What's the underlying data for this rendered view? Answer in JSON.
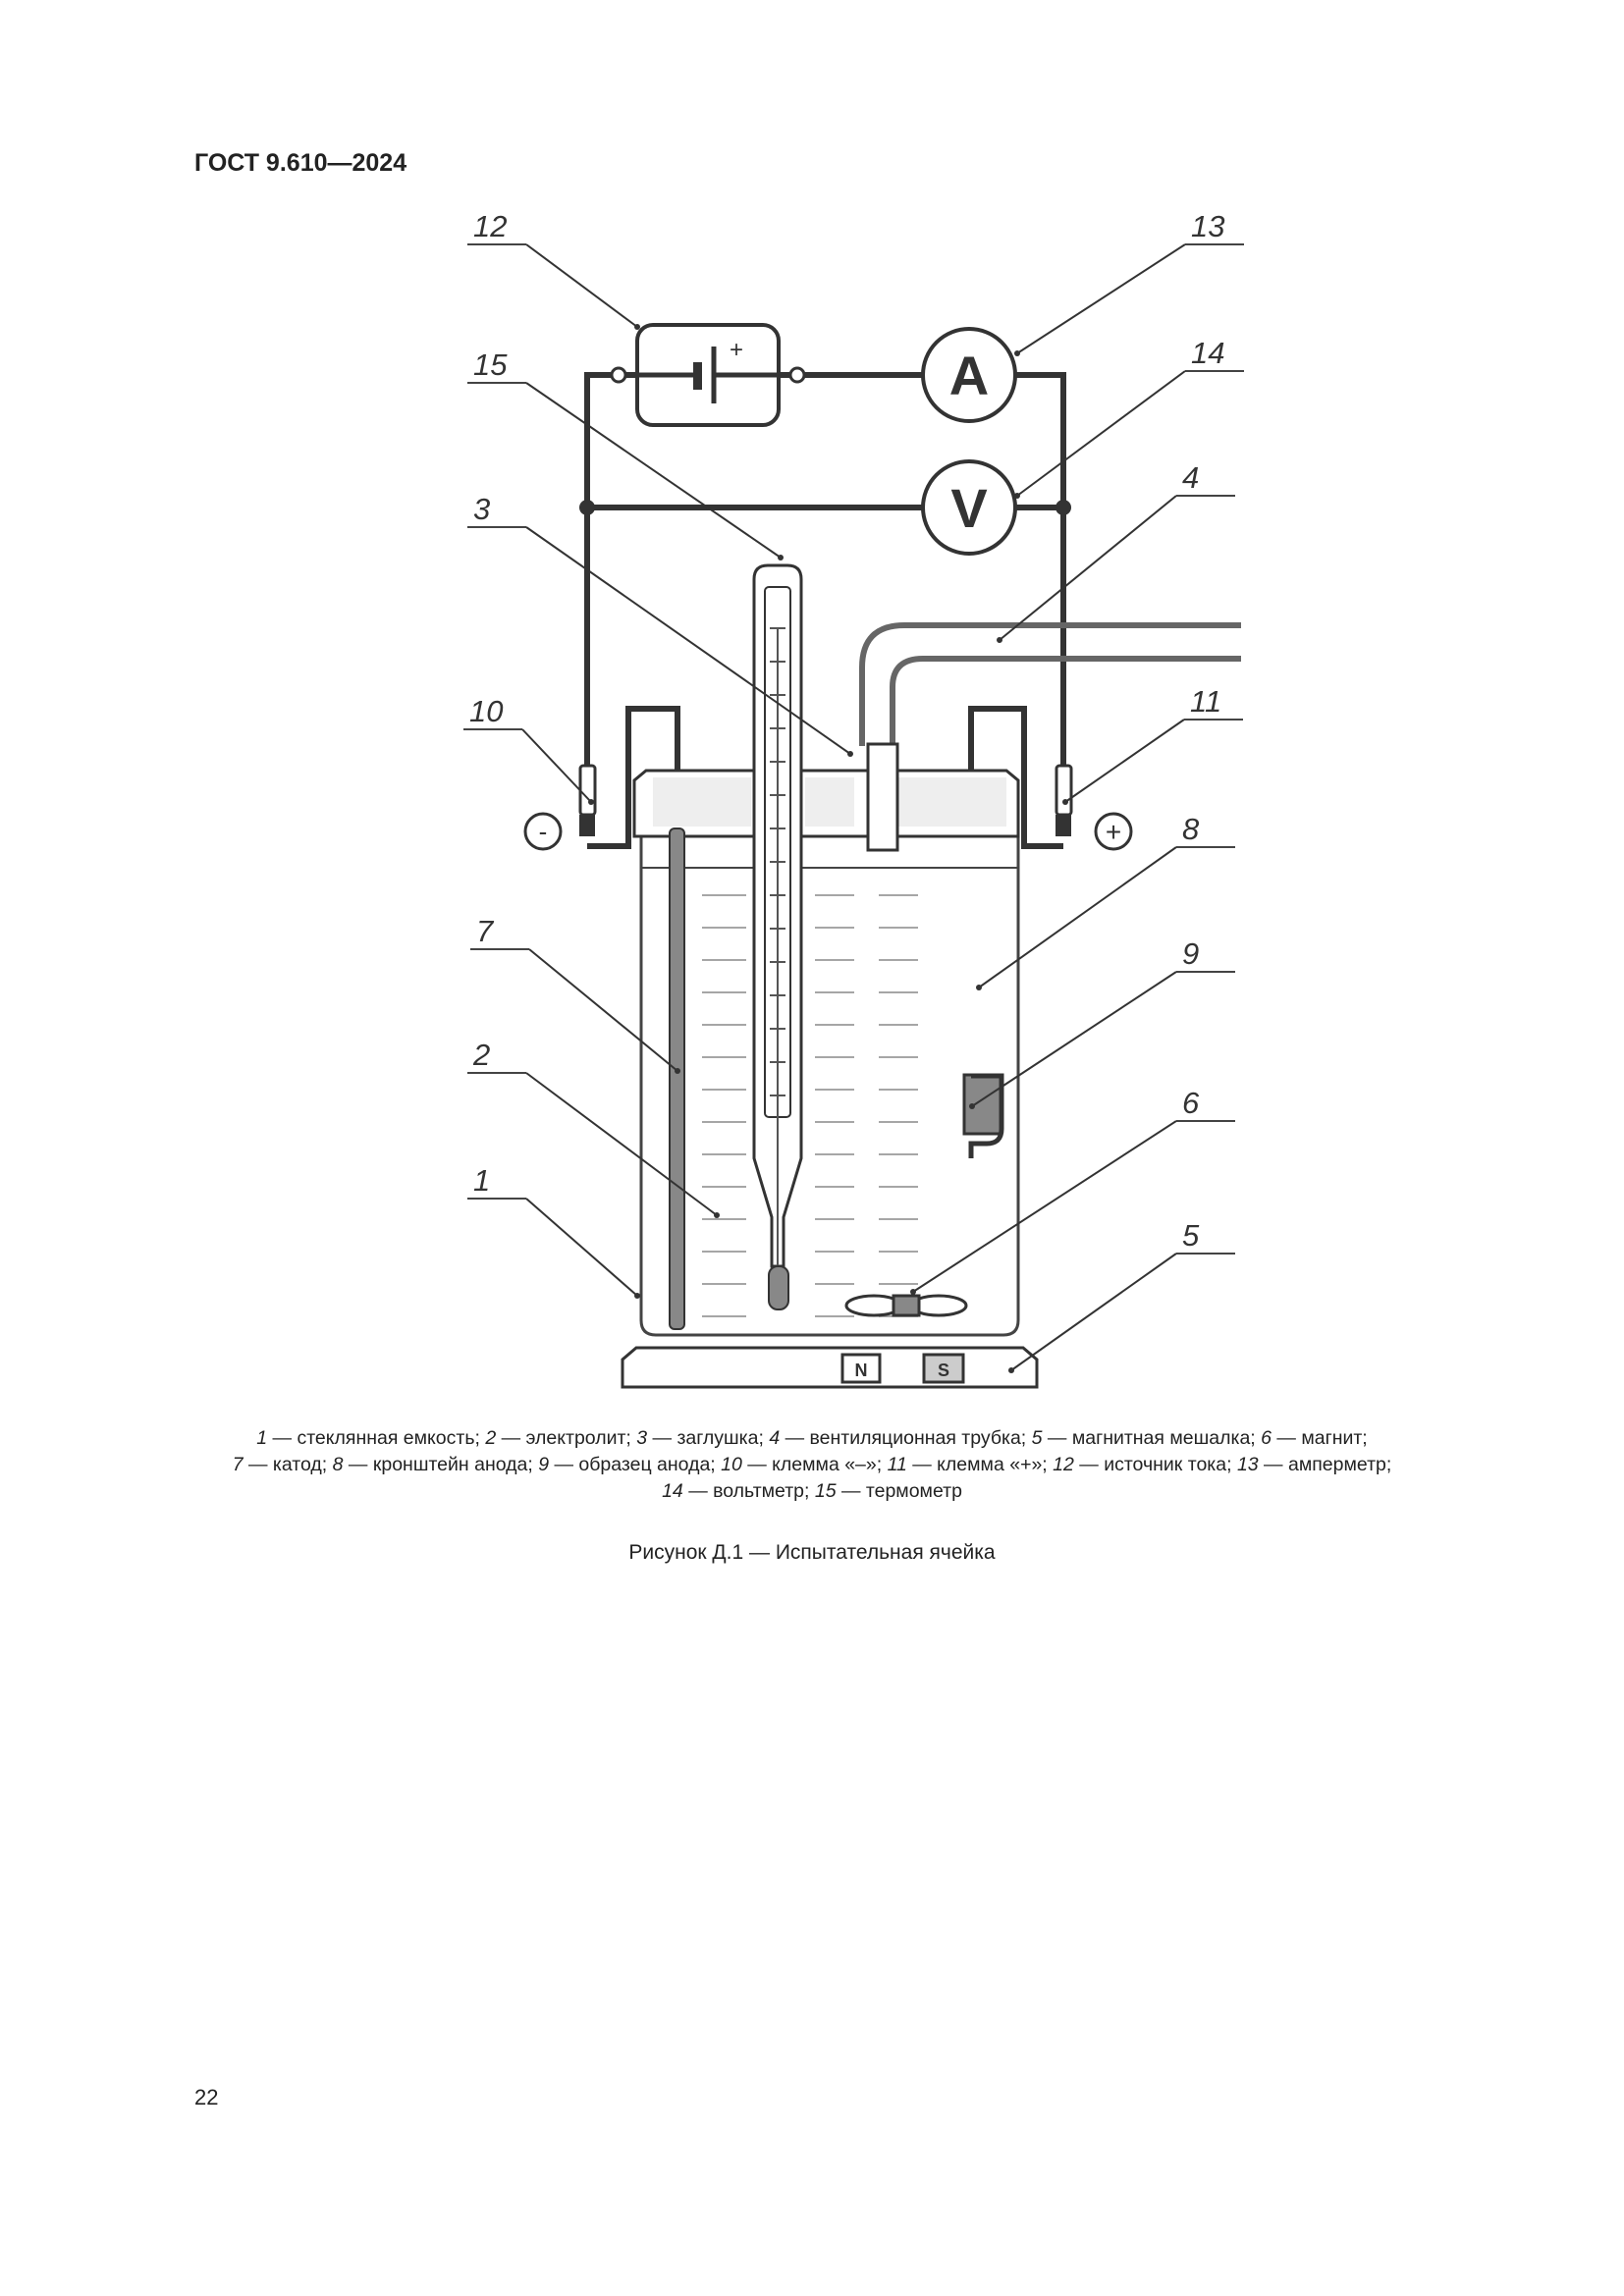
{
  "header": {
    "doc_code": "ГОСТ 9.610—2024"
  },
  "figure": {
    "meter_ammeter": "A",
    "meter_voltmeter": "V",
    "battery_plus": "+",
    "terminal_minus": "-",
    "terminal_plus": "+",
    "magnet_n": "N",
    "magnet_s": "S",
    "callouts": [
      "1",
      "2",
      "3",
      "4",
      "5",
      "6",
      "7",
      "8",
      "9",
      "10",
      "11",
      "12",
      "13",
      "14",
      "15"
    ]
  },
  "legend": {
    "items": [
      {
        "num": "1",
        "text": " — стеклянная емкость; "
      },
      {
        "num": "2",
        "text": " — электролит; "
      },
      {
        "num": "3",
        "text": " — заглушка; "
      },
      {
        "num": "4",
        "text": " — вентиляционная трубка; "
      },
      {
        "num": "5",
        "text": " — магнитная мешалка; "
      },
      {
        "num": "6",
        "text": " — магнит;"
      },
      {
        "num": "7",
        "text": " — катод; "
      },
      {
        "num": "8",
        "text": " — кронштейн анода; "
      },
      {
        "num": "9",
        "text": " — образец анода; "
      },
      {
        "num": "10",
        "text": " — клемма «–»; "
      },
      {
        "num": "11",
        "text": " — клемма «+»; "
      },
      {
        "num": "12",
        "text": " — источник тока; "
      },
      {
        "num": "13",
        "text": " — амперметр;"
      },
      {
        "num": "14",
        "text": " — вольтметр; "
      },
      {
        "num": "15",
        "text": " — термометр"
      }
    ]
  },
  "figure_title": "Рисунок Д.1 — Испытательная ячейка",
  "page_number": "22"
}
